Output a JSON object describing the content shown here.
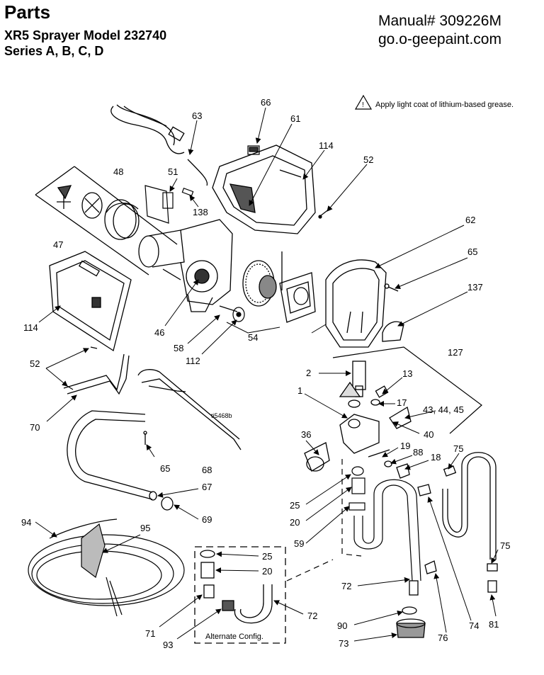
{
  "header": {
    "title": "Parts",
    "subtitle_line1": "XR5 Sprayer Model 232740",
    "subtitle_line2": "Series A, B, C, D",
    "manual_line1": "Manual# 309226M",
    "manual_line2": "go.o-geepaint.com"
  },
  "note": {
    "text": "Apply light coat of lithium-based grease.",
    "icon": "warning-triangle-icon"
  },
  "drawing_id": "ti5468b",
  "alternate_config_label": "Alternate Config.",
  "labels": {
    "p63": "63",
    "p66": "66",
    "p61": "61",
    "p114a": "114",
    "p52a": "52",
    "p48": "48",
    "p51": "51",
    "p138": "138",
    "p47": "47",
    "p62": "62",
    "p65a": "65",
    "p137": "137",
    "p114b": "114",
    "p46": "46",
    "p58": "58",
    "p112": "112",
    "p54": "54",
    "p127": "127",
    "p2": "2",
    "p13": "13",
    "p1": "1",
    "p17": "17",
    "p434445": "43, 44, 45",
    "p52b": "52",
    "p40": "40",
    "p70": "70",
    "p36": "36",
    "p19": "19",
    "p88": "88",
    "p18": "18",
    "p75a": "75",
    "p65b": "65",
    "p68": "68",
    "p67": "67",
    "p69": "69",
    "p25a": "25",
    "p20a": "20",
    "p94": "94",
    "p95": "95",
    "p59": "59",
    "p75b": "75",
    "p25b": "25",
    "p20b": "20",
    "p72a": "72",
    "p72b": "72",
    "p71": "71",
    "p90": "90",
    "p74": "74",
    "p81": "81",
    "p93": "93",
    "p73": "73",
    "p76": "76"
  }
}
